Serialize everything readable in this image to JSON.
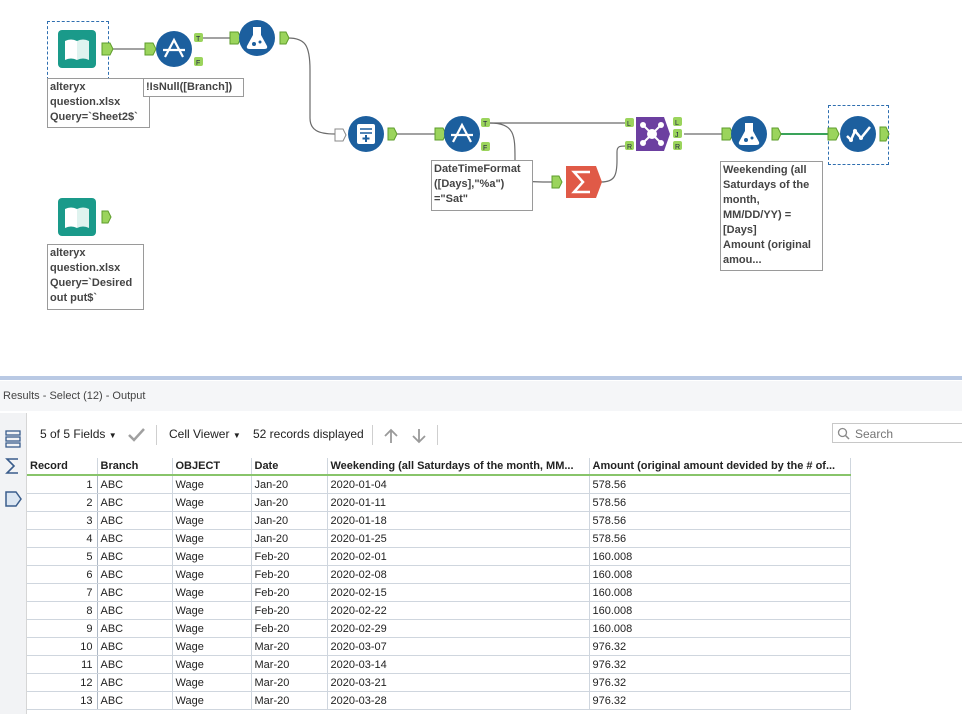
{
  "workflow": {
    "annotations": {
      "input1": "alteryx\nquestion.xlsx\nQuery=`Sheet2$`",
      "filter1": "!IsNull([Branch])",
      "filter2": "DateTimeFormat\n([Days],\"%a\")\n=\"Sat\"",
      "formula2": "Weekending (all\nSaturdays of the\nmonth,\nMM/DD/YY) =\n[Days]\nAmount (original\namou...",
      "input2": "alteryx\nquestion.xlsx\nQuery=`Desired\nout put$`"
    },
    "anchors": {
      "true": "T",
      "false": "F",
      "left": "L",
      "join": "J",
      "right": "R"
    },
    "colors": {
      "input": "#1a9a8a",
      "filter": "#1c5f9e",
      "formula": "#1c5f9e",
      "generate_rows": "#1c5f9e",
      "summarize": "#e05a47",
      "join": "#6c3fa0",
      "browse": "#1c5f9e",
      "anchor": "#9bd45c"
    }
  },
  "results": {
    "title": "Results - Select (12) - Output",
    "fields_label": "5 of 5 Fields",
    "viewer_label": "Cell Viewer",
    "records_label": "52 records displayed",
    "search_placeholder": "Search",
    "columns": [
      "Record",
      "Branch",
      "OBJECT",
      "Date",
      "Weekending (all Saturdays of the month, MM...",
      "Amount (original amount devided by the # of..."
    ],
    "rows": [
      [
        "1",
        "ABC",
        "Wage",
        "Jan-20",
        "2020-01-04",
        "578.56"
      ],
      [
        "2",
        "ABC",
        "Wage",
        "Jan-20",
        "2020-01-11",
        "578.56"
      ],
      [
        "3",
        "ABC",
        "Wage",
        "Jan-20",
        "2020-01-18",
        "578.56"
      ],
      [
        "4",
        "ABC",
        "Wage",
        "Jan-20",
        "2020-01-25",
        "578.56"
      ],
      [
        "5",
        "ABC",
        "Wage",
        "Feb-20",
        "2020-02-01",
        "160.008"
      ],
      [
        "6",
        "ABC",
        "Wage",
        "Feb-20",
        "2020-02-08",
        "160.008"
      ],
      [
        "7",
        "ABC",
        "Wage",
        "Feb-20",
        "2020-02-15",
        "160.008"
      ],
      [
        "8",
        "ABC",
        "Wage",
        "Feb-20",
        "2020-02-22",
        "160.008"
      ],
      [
        "9",
        "ABC",
        "Wage",
        "Feb-20",
        "2020-02-29",
        "160.008"
      ],
      [
        "10",
        "ABC",
        "Wage",
        "Mar-20",
        "2020-03-07",
        "976.32"
      ],
      [
        "11",
        "ABC",
        "Wage",
        "Mar-20",
        "2020-03-14",
        "976.32"
      ],
      [
        "12",
        "ABC",
        "Wage",
        "Mar-20",
        "2020-03-21",
        "976.32"
      ],
      [
        "13",
        "ABC",
        "Wage",
        "Mar-20",
        "2020-03-28",
        "976.32"
      ]
    ]
  }
}
